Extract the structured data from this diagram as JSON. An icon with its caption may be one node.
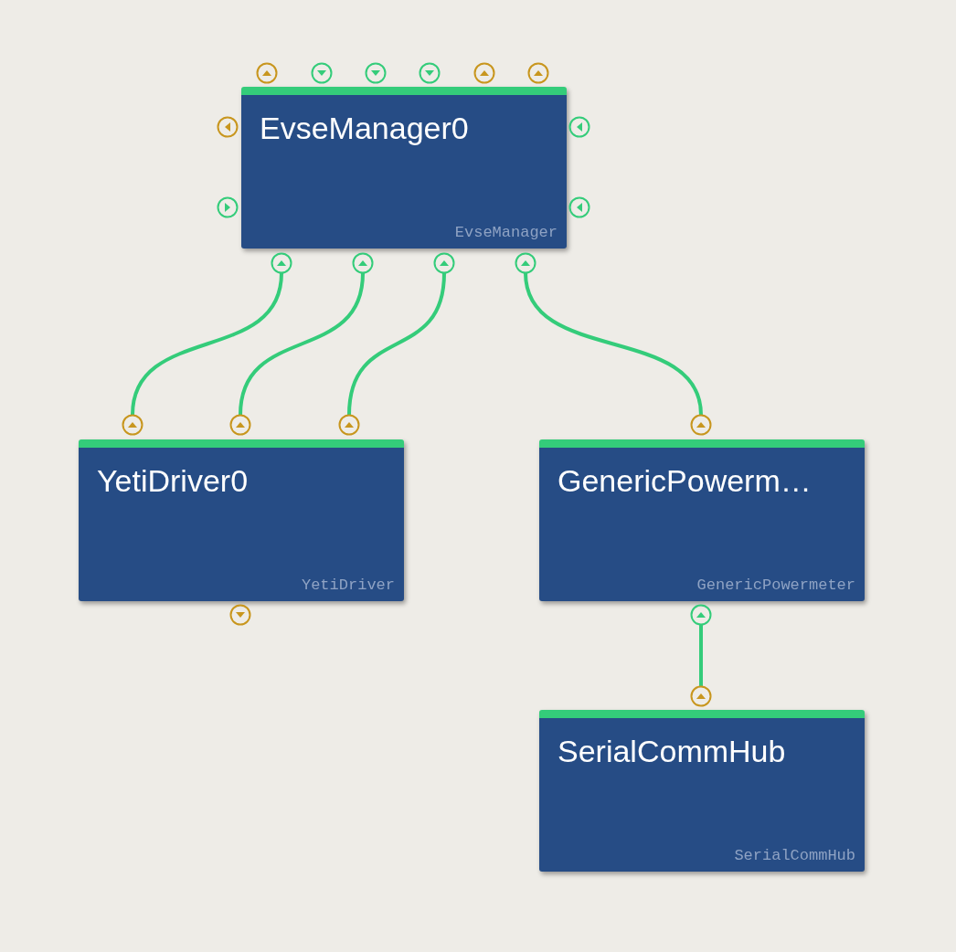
{
  "diagram": {
    "nodes": [
      {
        "text": [
          "EvseManager0",
          "EvseManager"
        ]
      },
      {
        "text": [],
        "shape": "circle"
      },
      {
        "text": [],
        "shape": "circle"
      },
      {
        "text": [],
        "shape": "circle"
      },
      {
        "text": [],
        "shape": "circle"
      },
      {
        "text": [],
        "shape": "circle"
      },
      {
        "text": [],
        "shape": "circle"
      },
      {
        "text": [],
        "shape": "circle"
      },
      {
        "text": [],
        "shape": "circle"
      },
      {
        "text": [
          "YetiDriver0",
          "YetiDriver"
        ]
      },
      {
        "text": [
          "GenericPowerm…",
          "GenericPowermeter"
        ]
      },
      {
        "text": [],
        "shape": "circle"
      },
      {
        "text": [],
        "shape": "circle"
      },
      {
        "text": [
          "SerialCommHub",
          "SerialCommHub"
        ]
      }
    ],
    "edges": [
      {
        "from": 1,
        "to": 5,
        "arrow": "none"
      },
      {
        "from": 2,
        "to": 6,
        "arrow": "none"
      },
      {
        "from": 3,
        "to": 7,
        "arrow": "none"
      },
      {
        "from": 4,
        "to": 8,
        "arrow": "none"
      },
      {
        "from": 11,
        "to": 12,
        "arrow": "none"
      }
    ]
  }
}
